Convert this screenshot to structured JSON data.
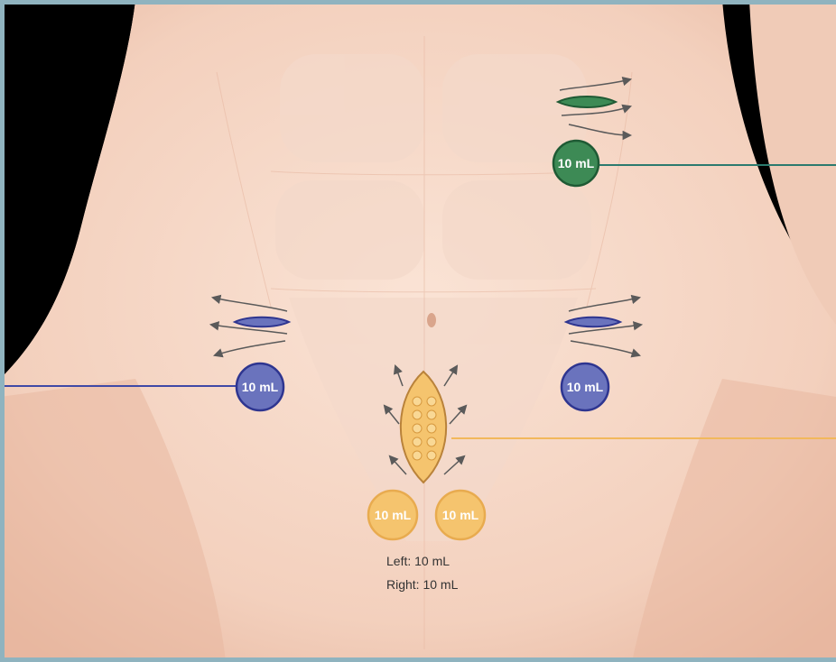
{
  "colors": {
    "background": "#000000",
    "skin": "#f6d6c4",
    "frame": "#8fb3bf",
    "green": "#2e7d46",
    "green_fill": "#3d8a55",
    "blue": "#3f49a6",
    "blue_fill": "#6a73bd",
    "orange": "#f2b85c",
    "orange_fill": "#f5c46e"
  },
  "badges": {
    "green_top_right": "10 mL",
    "blue_left": "10 mL",
    "blue_right": "10 mL",
    "orange_left": "10 mL",
    "orange_right": "10 mL"
  },
  "labels": {
    "left": "Left: 10 mL",
    "right": "Right: 10 mL"
  }
}
